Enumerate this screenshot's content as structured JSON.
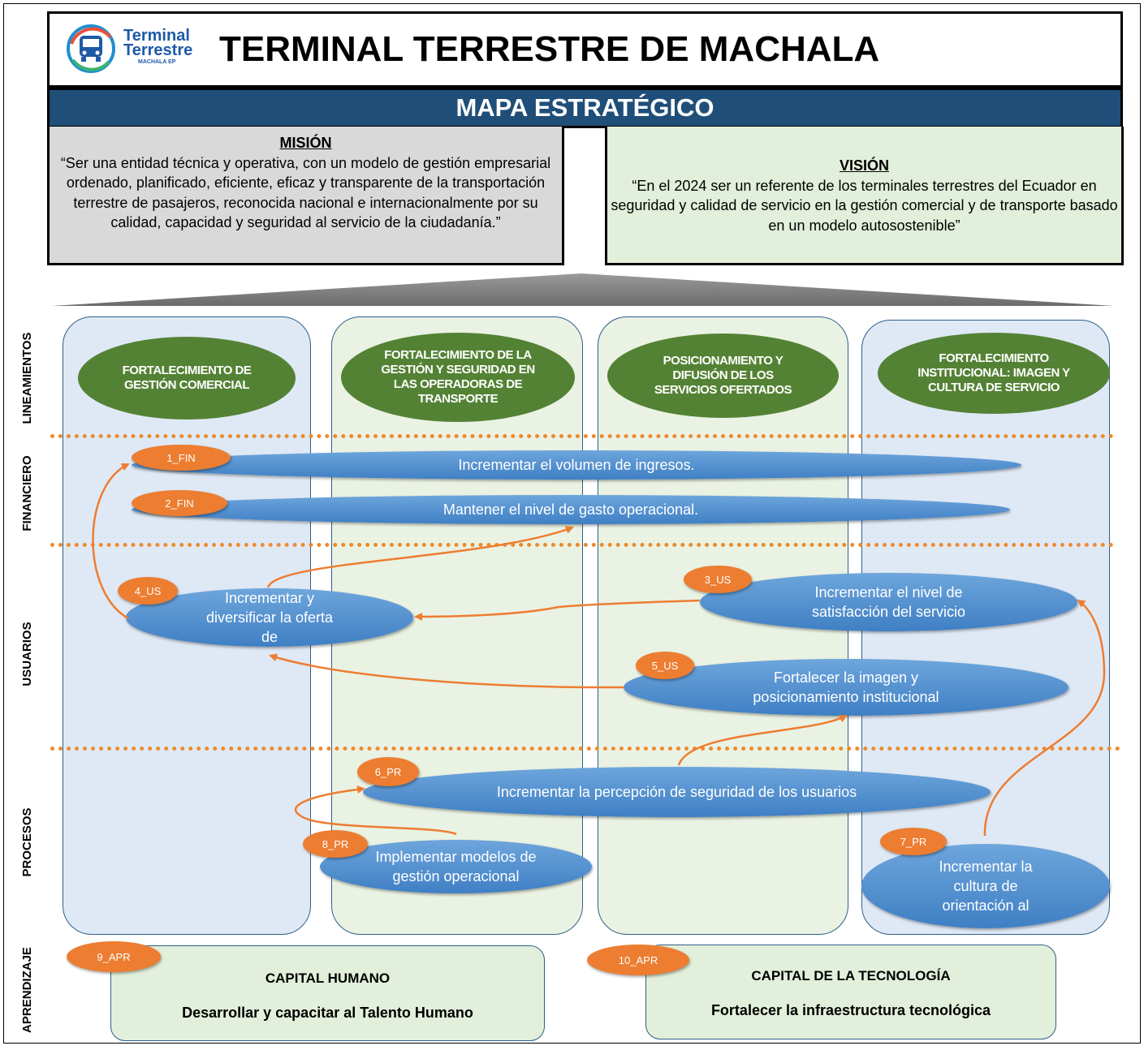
{
  "header": {
    "logo_line1": "Terminal",
    "logo_line2": "Terrestre",
    "logo_line3": "MACHALA EP",
    "title": "TERMINAL TERRESTRE DE MACHALA"
  },
  "band": {
    "title": "MAPA ESTRATÉGICO"
  },
  "mision": {
    "heading": "MISIÓN",
    "text": "“Ser una entidad técnica y operativa, con un modelo de gestión empresarial ordenado, planificado, eficiente, eficaz y transparente de la transportación terrestre de pasajeros, reconocida nacional e internacionalmente por su calidad, capacidad y seguridad al servicio de la ciudadanía.”"
  },
  "vision": {
    "heading": "VISIÓN",
    "text": "“En el 2024 ser un referente de los terminales terrestres del Ecuador en seguridad y calidad de servicio en la gestión comercial y de transporte basado en un modelo autosostenible”"
  },
  "perspectives": {
    "lineamientos": "LINEAMIENTOS",
    "financiero": "FINANCIERO",
    "usuarios": "USUARIOS",
    "procesos": "PROCESOS",
    "aprendizaje": "APRENDIZAJE"
  },
  "lineamientos": [
    "FORTALECIMIENTO DE GESTIÓN COMERCIAL",
    "FORTALECIMIENTO DE LA GESTIÓN Y SEGURIDAD EN LAS OPERADORAS DE TRANSPORTE",
    "POSICIONAMIENTO Y DIFUSIÓN DE LOS SERVICIOS OFERTADOS",
    "FORTALECIMIENTO INSTITUCIONAL: IMAGEN Y CULTURA DE SERVICIO"
  ],
  "objectives": {
    "fin1": {
      "code": "1_FIN",
      "text": "Incrementar el volumen de ingresos."
    },
    "fin2": {
      "code": "2_FIN",
      "text": "Mantener el nivel de gasto operacional."
    },
    "us3": {
      "code": "3_US",
      "text": "Incrementar el nivel de satisfacción del servicio"
    },
    "us4": {
      "code": "4_US",
      "text": "Incrementar y diversificar la oferta de"
    },
    "us5": {
      "code": "5_US",
      "text": "Fortalecer la imagen y posicionamiento institucional"
    },
    "pr6": {
      "code": "6_PR",
      "text": "Incrementar la percepción de seguridad de los usuarios"
    },
    "pr7": {
      "code": "7_PR",
      "text": "Incrementar la cultura de orientación al"
    },
    "pr8": {
      "code": "8_PR",
      "text": "Implementar modelos de gestión operacional"
    },
    "apr9": {
      "code": "9_APR",
      "title": "CAPITAL HUMANO",
      "text": "Desarrollar y capacitar al Talento Humano"
    },
    "apr10": {
      "code": "10_APR",
      "title": "CAPITAL DE LA TECNOLOGÍA",
      "text": "Fortalecer la infraestructura tecnológica"
    }
  },
  "colors": {
    "band": "#1f4e79",
    "lineamiento": "#548235",
    "objective": "#5b9bd5",
    "tag": "#ed7d31",
    "dashed_line": "#ed8b2d",
    "arrow": "#ed7d31",
    "mision_bg": "#d9d9d9",
    "vision_bg": "#e2efda"
  }
}
